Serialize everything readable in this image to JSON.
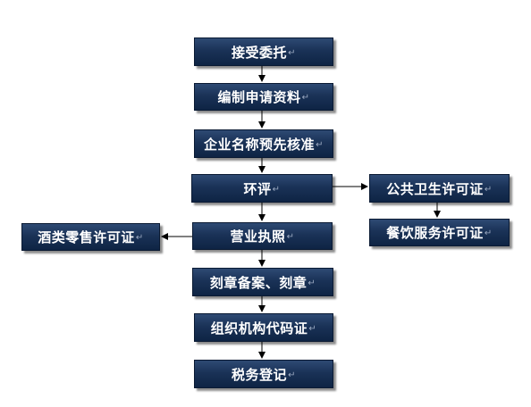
{
  "nodes": {
    "n1": "接受委托",
    "n2": "编制申请资料",
    "n3": "企业名称预先核准",
    "n4": "环评",
    "n5": "营业执照",
    "n6": "刻章备案、刻章",
    "n7": "组织机构代码证",
    "n8": "税务登记",
    "n9": "公共卫生许可证",
    "n10": "餐饮服务许可证",
    "n11": "酒类零售许可证"
  },
  "paragraph_mark": "↵",
  "colors": {
    "node_fill": "#1a3257",
    "edge": "#000000"
  },
  "edges": [
    [
      "n1",
      "n2"
    ],
    [
      "n2",
      "n3"
    ],
    [
      "n3",
      "n4"
    ],
    [
      "n4",
      "n5"
    ],
    [
      "n5",
      "n6"
    ],
    [
      "n6",
      "n7"
    ],
    [
      "n7",
      "n8"
    ],
    [
      "n4",
      "n9"
    ],
    [
      "n9",
      "n10"
    ],
    [
      "n5",
      "n11"
    ]
  ]
}
